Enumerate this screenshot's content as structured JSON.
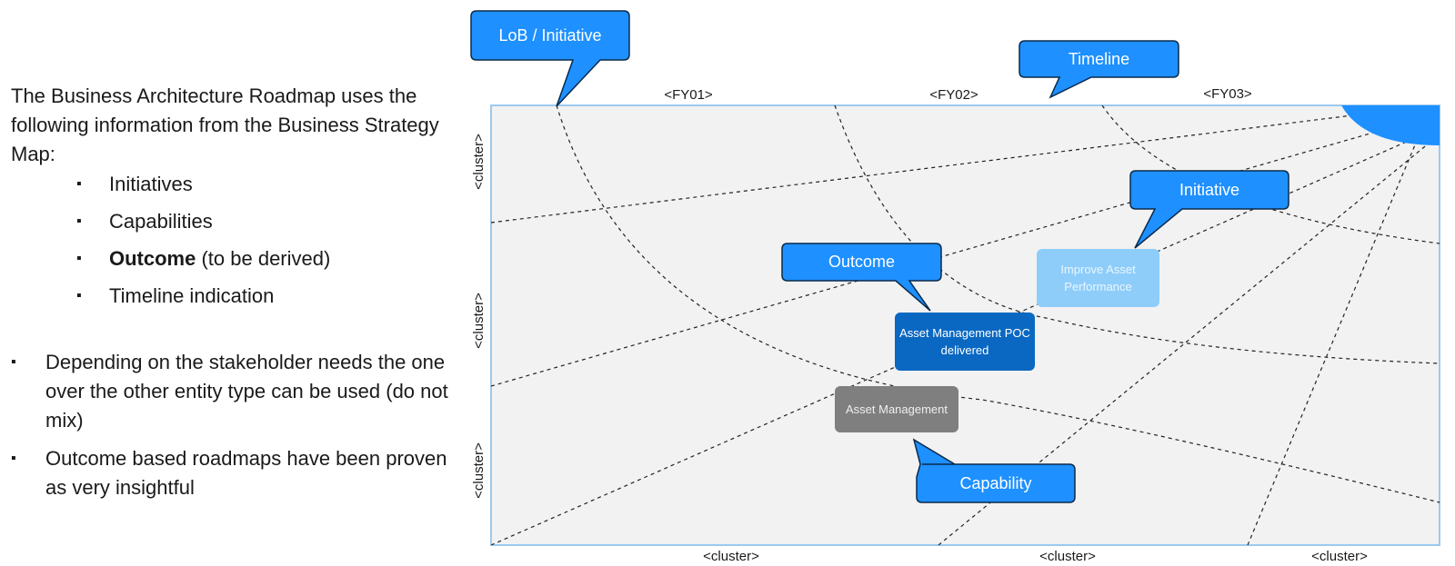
{
  "intro": "The Business Architecture Roadmap uses the following information from the Business Strategy Map:",
  "sub_items": [
    {
      "bullet": "▪",
      "text": "Initiatives"
    },
    {
      "bullet": "▪",
      "text": "Capabilities"
    },
    {
      "bullet": "▪",
      "bold": "Outcome",
      "text": " (to be derived)"
    },
    {
      "bullet": "▪",
      "text": "Timeline indication"
    }
  ],
  "main_items": [
    {
      "bullet": "▪",
      "text": "Depending on the stakeholder needs the one over the other entity type can be used (do not mix)"
    },
    {
      "bullet": "▪",
      "text": "Outcome based roadmaps have been proven as very insightful"
    }
  ],
  "diagram": {
    "fy_labels": [
      "<FY01>",
      "<FY02>",
      "<FY03>"
    ],
    "left_clusters": [
      "<cluster>",
      "<cluster>",
      "<cluster>"
    ],
    "bottom_clusters": [
      "<cluster>",
      "<cluster>",
      "<cluster>"
    ],
    "callouts": {
      "lob": "LoB / Initiative",
      "timeline": "Timeline",
      "initiative": "Initiative",
      "outcome": "Outcome",
      "capability": "Capability"
    },
    "boxes": {
      "initiative": "Improve Asset Performance",
      "outcome": "Asset Management POC delivered",
      "capability": "Asset Management"
    },
    "colors": {
      "callout_fill": "#1e90ff",
      "panel_fill": "#f2f2f2",
      "panel_border": "#9cc9ee",
      "initiative_box": "#8ecdfa",
      "outcome_box": "#0a68c2",
      "capability_box": "#7f7f7f"
    }
  }
}
